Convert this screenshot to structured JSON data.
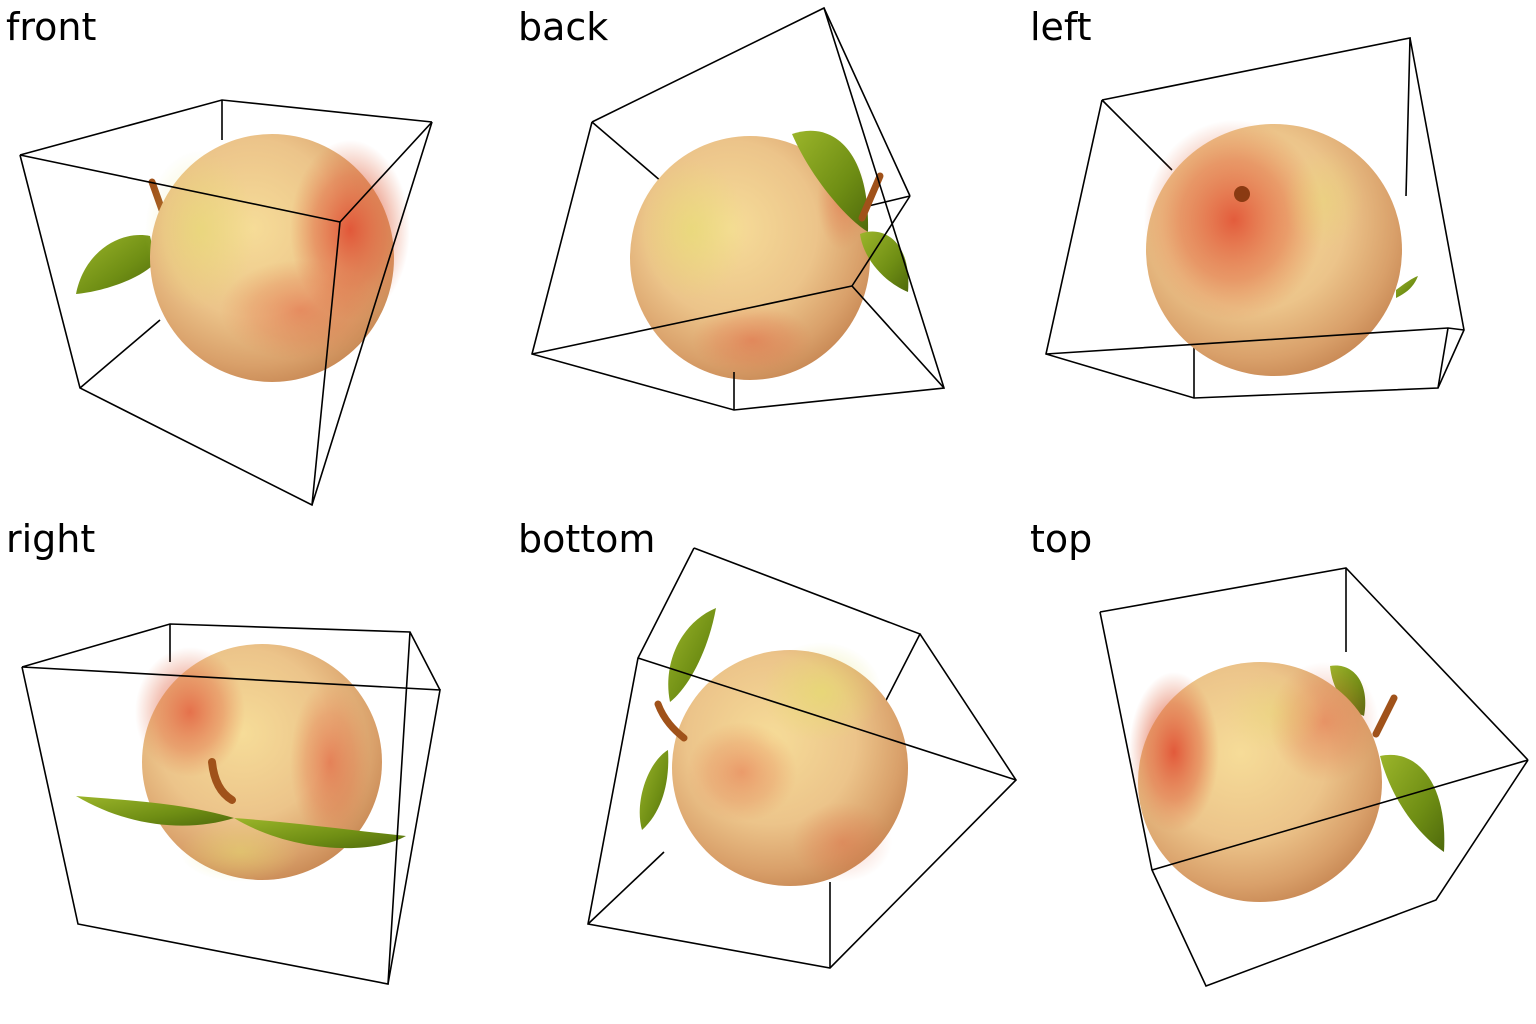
{
  "views": [
    {
      "label": "front"
    },
    {
      "label": "back"
    },
    {
      "label": "left"
    },
    {
      "label": "right"
    },
    {
      "label": "bottom"
    },
    {
      "label": "top"
    }
  ],
  "colors": {
    "box_edge": "#000000",
    "fruit_light": "#f2cf8a",
    "fruit_yellow": "#e4d26e",
    "fruit_red": "#d9412a",
    "fruit_shadow": "#c98f5c",
    "leaf": "#7a9a1a",
    "stem": "#a0521a"
  }
}
